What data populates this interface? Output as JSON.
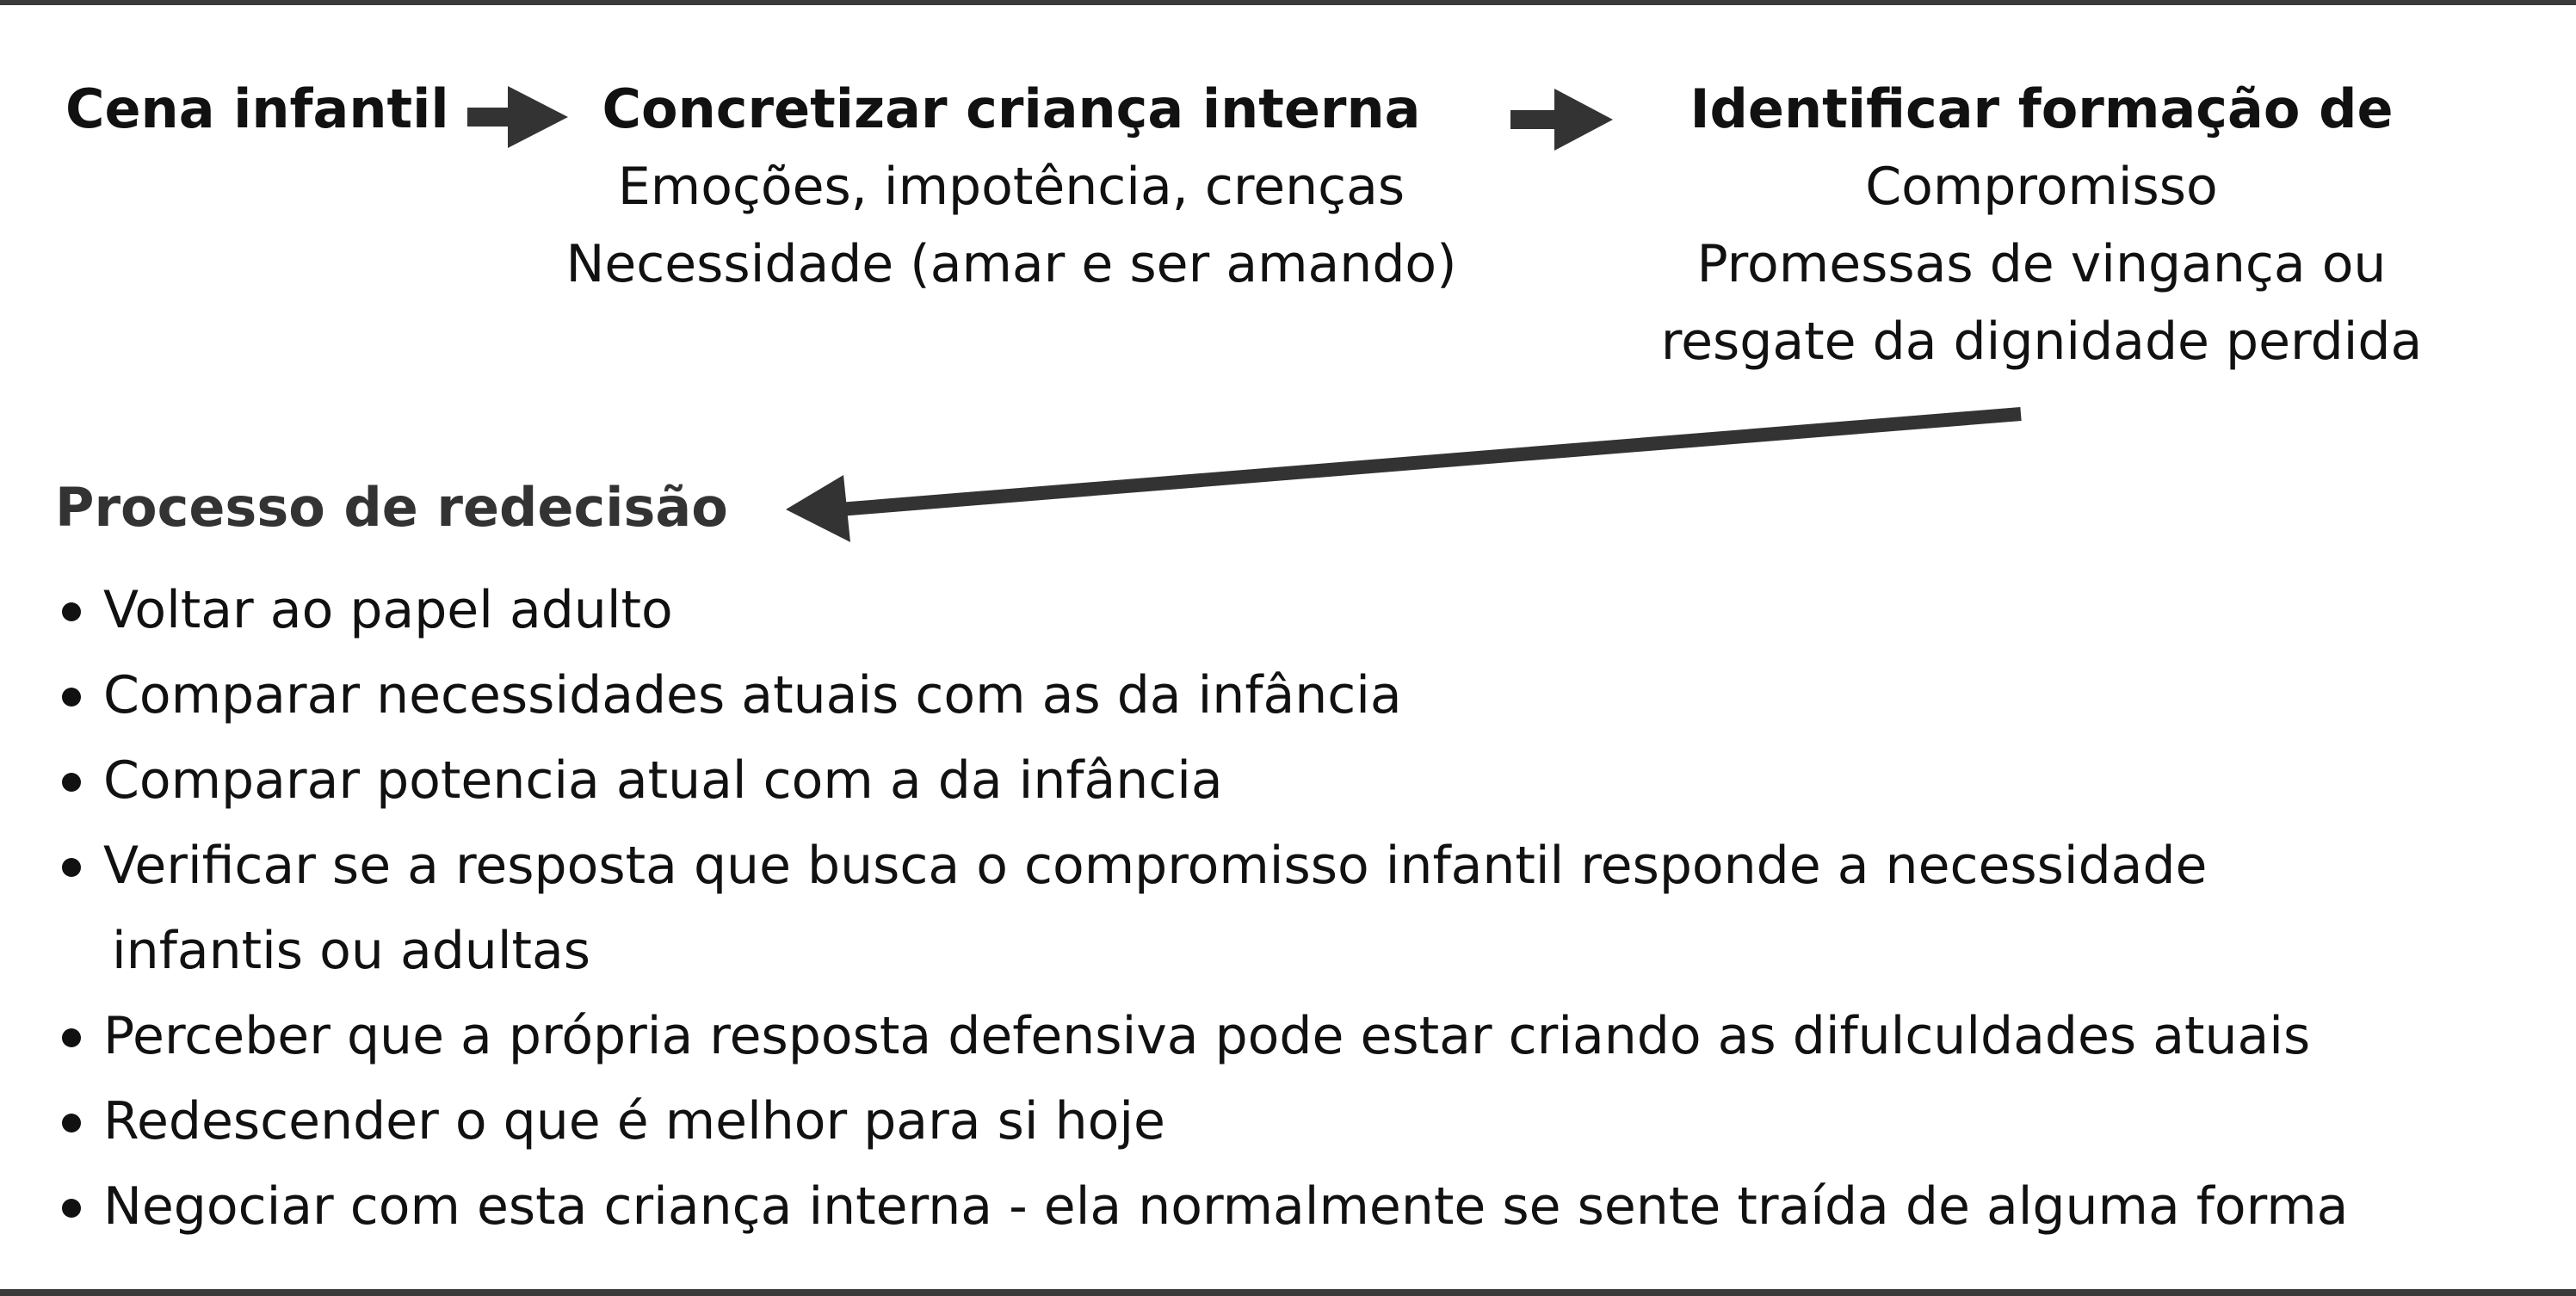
{
  "flow": {
    "step1": {
      "title": "Cena infantil"
    },
    "step2": {
      "title": "Concretizar criança interna",
      "lines": [
        "Emoções, impotência, crenças",
        "Necessidade (amar e ser amando)"
      ]
    },
    "step3": {
      "title": "Identificar formação de",
      "lines": [
        "Compromisso",
        "Promessas de vingança ou",
        "resgate da dignidade perdida"
      ]
    }
  },
  "process": {
    "title": "Processo de redecisão",
    "items": [
      {
        "text": "Voltar ao papel adulto"
      },
      {
        "text": "Comparar necessidades atuais com as da infância"
      },
      {
        "text": "Comparar potencia atual com a da infância"
      },
      {
        "text": "Verificar se a resposta que busca o compromisso infantil responde a necessidade",
        "continuation": "infantis ou adultas"
      },
      {
        "text": "Perceber que a própria resposta defensiva pode estar criando as difulculdades atuais"
      },
      {
        "text": "Redescender o que é melhor para si hoje"
      },
      {
        "text": "Negociar com esta criança interna - ela normalmente se sente traída de alguma forma"
      }
    ]
  },
  "colors": {
    "border": "#3b3b3b",
    "arrow": "#333333",
    "text": "#111111"
  }
}
